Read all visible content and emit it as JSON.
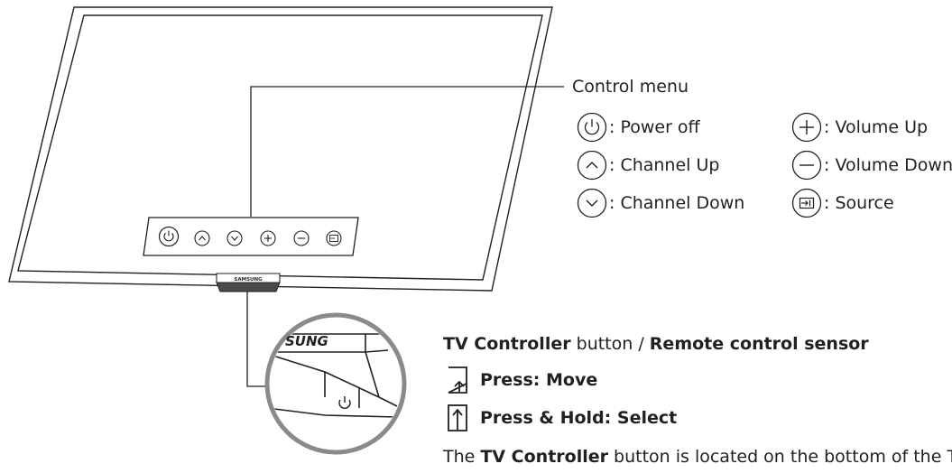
{
  "control_menu": {
    "title": "Control menu",
    "items": [
      {
        "icon": "power-icon",
        "label": ": Power off"
      },
      {
        "icon": "chevron-up-icon",
        "label": ": Channel Up"
      },
      {
        "icon": "chevron-down-icon",
        "label": ": Channel Down"
      },
      {
        "icon": "plus-icon",
        "label": ": Volume Up"
      },
      {
        "icon": "minus-icon",
        "label": ": Volume Down"
      },
      {
        "icon": "source-icon",
        "label": ": Source"
      }
    ]
  },
  "tv": {
    "brand": "SAMSUNG",
    "zoom_brand": "SUNG"
  },
  "controller": {
    "heading_a": "TV Controller",
    "heading_sep": " button / ",
    "heading_b": "Remote control sensor",
    "press_label": "Press: Move",
    "hold_label": "Press & Hold: Select",
    "note_pre": "The ",
    "note_bold": "TV Controller",
    "note_post": " button is located on the bottom of the TV."
  },
  "colors": {
    "line": "#231f20",
    "circle": "#888888",
    "background": "#ffffff"
  }
}
